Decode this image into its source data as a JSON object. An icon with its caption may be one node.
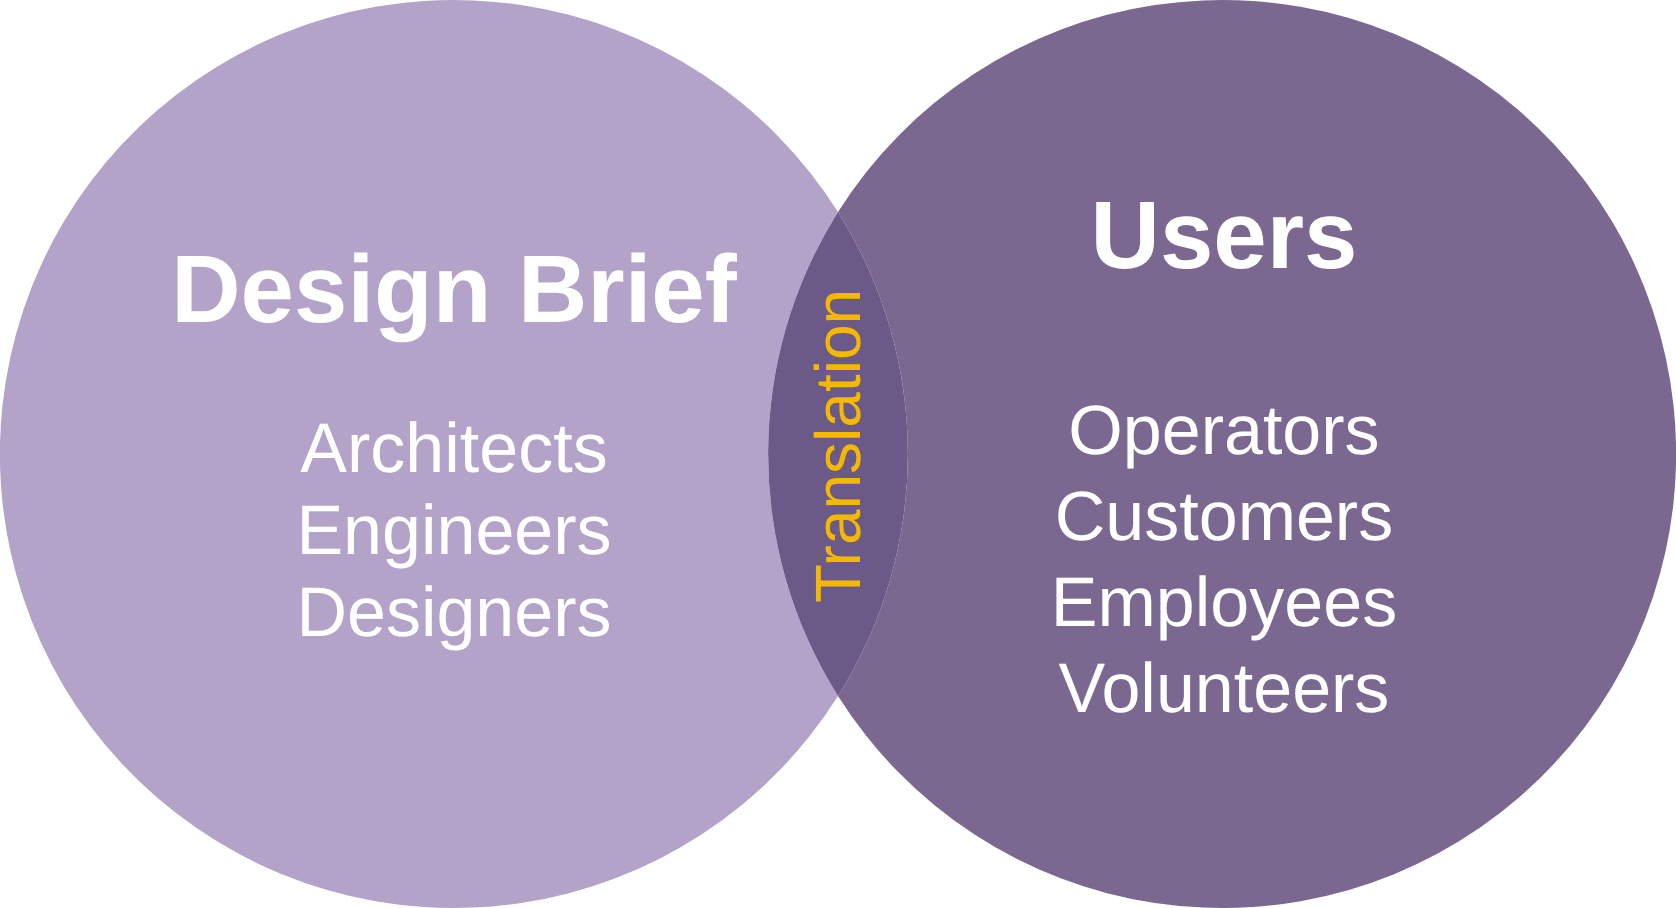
{
  "diagram": {
    "nodes": [
      {
        "text": [
          "Design Brief",
          "Architects Engineers Designers"
        ]
      },
      {
        "text": [
          "Users",
          "Operators Customers Employees Volunteers"
        ]
      },
      {
        "text": [
          "Translation"
        ]
      }
    ]
  }
}
